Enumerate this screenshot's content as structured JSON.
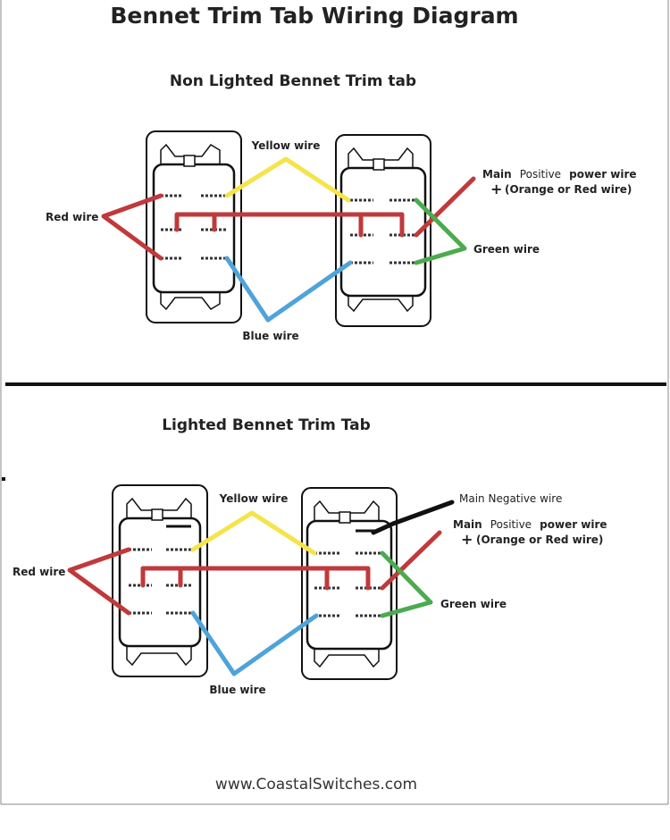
{
  "title": "Bennet Trim Tab Wiring Diagram",
  "sections": {
    "non_lighted": {
      "heading": "Non Lighted Bennet Trim tab",
      "labels": {
        "yellow": "Yellow wire",
        "red": "Red wire",
        "blue": "Blue wire",
        "green": "Green wire",
        "positive_main": "Main",
        "positive_word": "Positive",
        "positive_rest": "power wire",
        "plus": "+",
        "positive_note": "(Orange or Red wire)"
      }
    },
    "lighted": {
      "heading": "Lighted Bennet Trim Tab",
      "labels": {
        "yellow": "Yellow wire",
        "red": "Red wire",
        "blue": "Blue wire",
        "green": "Green wire",
        "negative": "Main Negative wire",
        "positive_main": "Main",
        "positive_word": "Positive",
        "positive_rest": "power wire",
        "plus": "+",
        "positive_note": "(Orange or Red wire)"
      }
    }
  },
  "footer": {
    "url": "www.CoastalSwitches.com"
  },
  "colors": {
    "red": "#c0393b",
    "yellow": "#f5e44a",
    "blue": "#4fa3d8",
    "green": "#4caa4f",
    "black": "#111111"
  }
}
